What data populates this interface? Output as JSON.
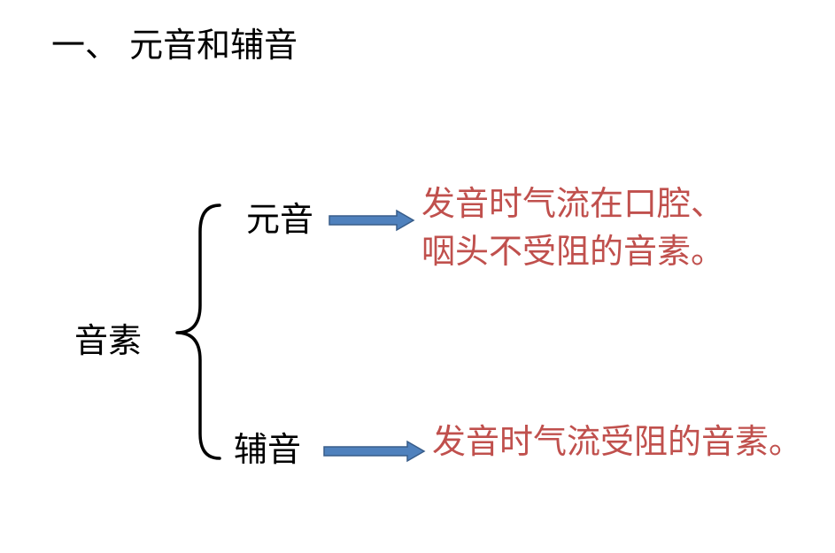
{
  "title": "一、 元音和辅音",
  "root": {
    "label": "音素"
  },
  "vowel": {
    "label": "元音",
    "definition_line1": "发音时气流在口腔、",
    "definition_line2": "咽头不受阻的音素。"
  },
  "consonant": {
    "label": "辅音",
    "definition": "发音时气流受阻的音素。"
  },
  "colors": {
    "text": "#000000",
    "definition": "#c0504d",
    "arrow_fill": "#4f81bd",
    "arrow_stroke": "#385d8a"
  },
  "icons": {
    "brace": "left-curly-brace",
    "arrows": "right-block-arrow"
  }
}
